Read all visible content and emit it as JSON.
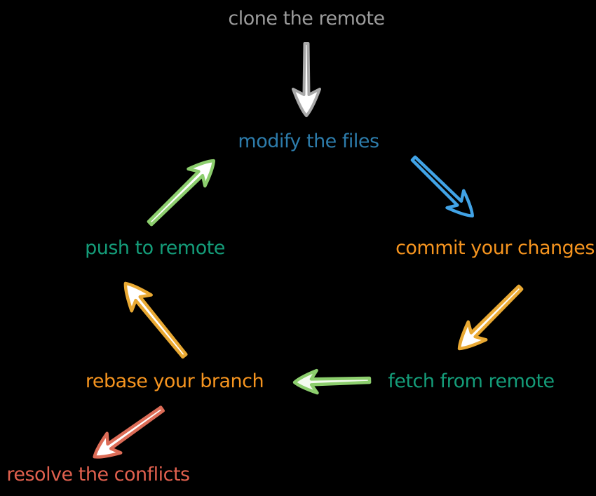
{
  "diagram": {
    "background": "#000000",
    "nodes": [
      {
        "id": "clone",
        "label": "clone the remote",
        "color": "#9b9b9b"
      },
      {
        "id": "modify",
        "label": "modify the files",
        "color": "#2d7cab"
      },
      {
        "id": "commit",
        "label": "commit your changes",
        "color": "#f5941f"
      },
      {
        "id": "fetch",
        "label": "fetch from remote",
        "color": "#149c79"
      },
      {
        "id": "rebase",
        "label": "rebase your branch",
        "color": "#f5941f"
      },
      {
        "id": "push",
        "label": "push to remote",
        "color": "#149c79"
      },
      {
        "id": "resolve",
        "label": "resolve the conflicts",
        "color": "#e0604e"
      }
    ],
    "edges": [
      {
        "from": "clone",
        "to": "modify",
        "color": "#a9a9a9",
        "fill": "#ffffff"
      },
      {
        "from": "modify",
        "to": "commit",
        "color": "#41a3e6",
        "fill": "none"
      },
      {
        "from": "commit",
        "to": "fetch",
        "color": "#e9a933",
        "fill": "#ffffff"
      },
      {
        "from": "fetch",
        "to": "rebase",
        "color": "#8cce6d",
        "fill": "#f4fbef"
      },
      {
        "from": "rebase",
        "to": "push",
        "color": "#e9a933",
        "fill": "#ffffff"
      },
      {
        "from": "push",
        "to": "modify",
        "color": "#8cce6d",
        "fill": "#ffffff"
      },
      {
        "from": "rebase",
        "to": "resolve",
        "color": "#dc6c57",
        "fill": "#ffffff"
      }
    ]
  }
}
